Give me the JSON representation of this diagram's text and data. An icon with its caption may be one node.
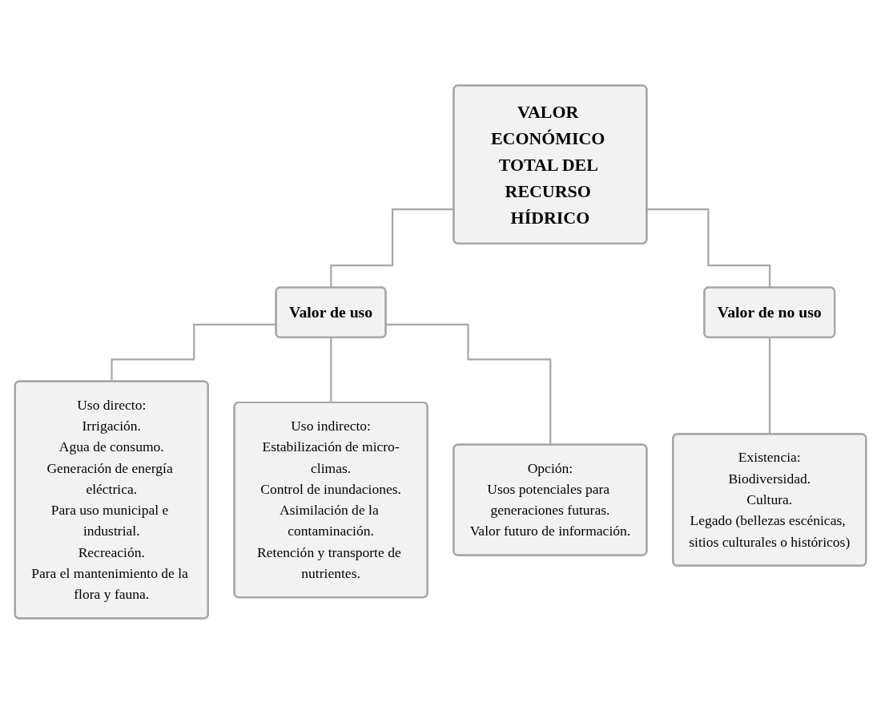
{
  "diagram": {
    "nodes": [
      {
        "text": [
          "VALOR ECONÓMICO TOTAL DEL RECURSO HÍDRICO"
        ]
      },
      {
        "text": [
          "Valor de uso"
        ]
      },
      {
        "text": [
          "Valor de no uso"
        ]
      },
      {
        "text": [
          "Uso directo:",
          "Irrigación.",
          "Agua de consumo.",
          "Generación de energía eléctrica.",
          "Para uso municipal e industrial.",
          "Recreación.",
          "Para el mantenimiento de la flora y fauna."
        ]
      },
      {
        "text": [
          "Uso indirecto:",
          "Estabilización de micro-climas.",
          "Control de inundaciones.",
          "Asimilación de la contaminación.",
          "Retención y transporte de nutrientes."
        ]
      },
      {
        "text": [
          "Opción:",
          "Usos potenciales para generaciones futuras.",
          "Valor futuro de información."
        ]
      },
      {
        "text": [
          "Existencia:",
          "Biodiversidad.",
          "Cultura.",
          "Legado (bellezas escénicas, sitios culturales o históricos)"
        ]
      }
    ],
    "edges": [
      {
        "from": 0,
        "to": 1,
        "arrow": "none"
      },
      {
        "from": 0,
        "to": 2,
        "arrow": "none"
      },
      {
        "from": 1,
        "to": 3,
        "arrow": "none"
      },
      {
        "from": 1,
        "to": 4,
        "arrow": "none"
      },
      {
        "from": 1,
        "to": 5,
        "arrow": "none"
      },
      {
        "from": 2,
        "to": 6,
        "arrow": "none"
      }
    ]
  }
}
